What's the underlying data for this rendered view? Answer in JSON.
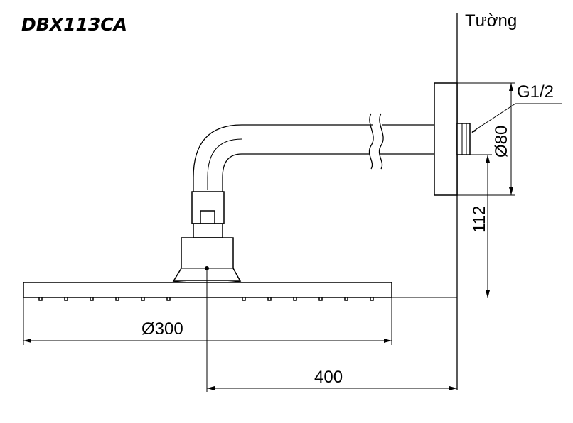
{
  "title": "DBX113CA",
  "wall_label": "Tường",
  "thread_label": "G1/2",
  "dimensions": {
    "flange_diameter": "Ø80",
    "height": "112",
    "head_diameter": "Ø300",
    "arm_length": "400"
  }
}
